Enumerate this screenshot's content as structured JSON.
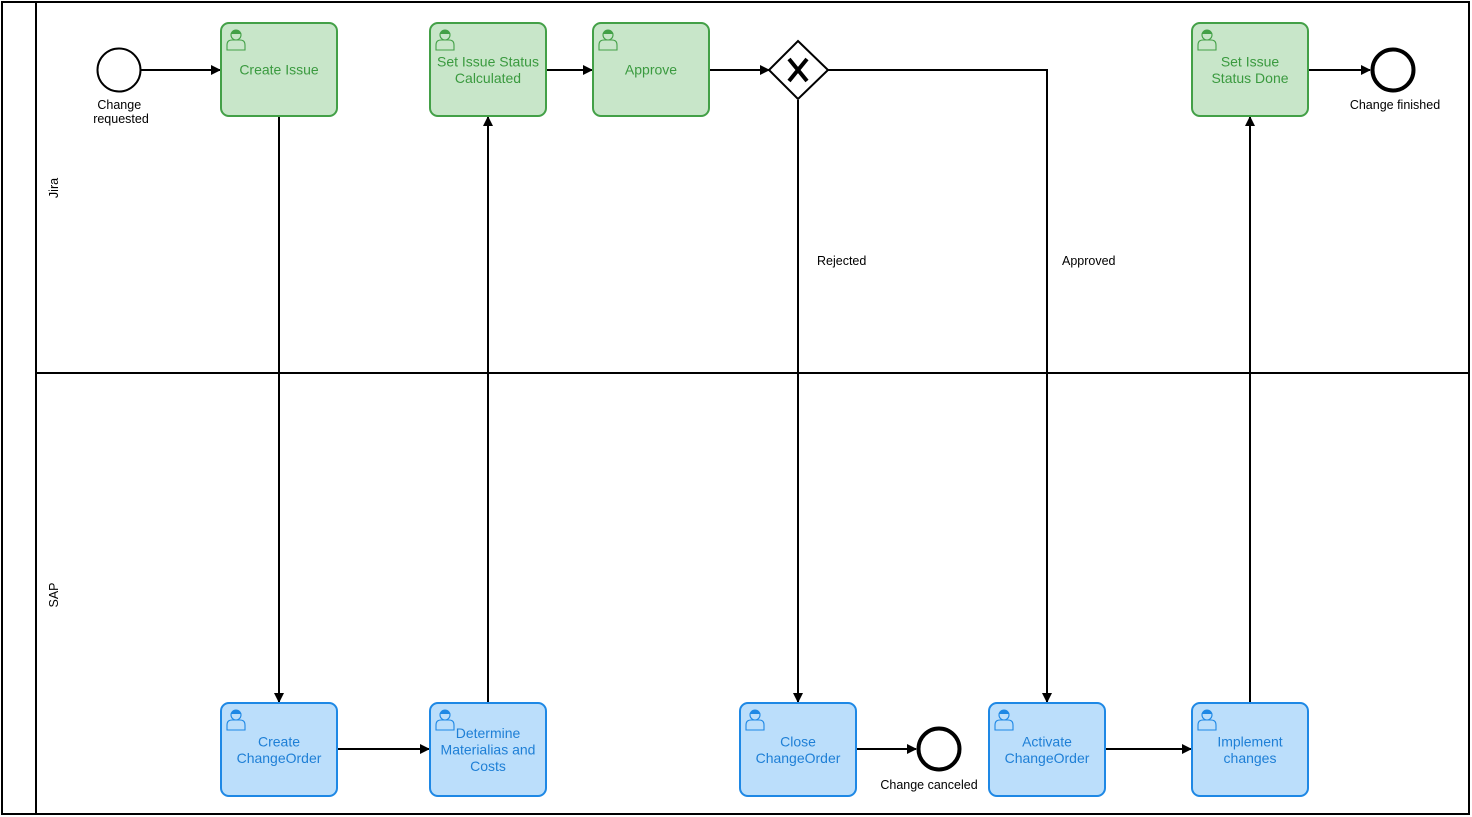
{
  "pool": {
    "lanes": [
      {
        "id": "jira",
        "label": "Jira"
      },
      {
        "id": "sap",
        "label": "SAP"
      }
    ]
  },
  "colors": {
    "jira_fill": "#c8e6c9",
    "jira_stroke": "#43a047",
    "jira_text": "#3a9a3f",
    "sap_fill": "#bbdefb",
    "sap_stroke": "#1e88e5",
    "sap_text": "#1e7fd6",
    "line": "#000000"
  },
  "tasks": {
    "create_issue": {
      "lines": [
        "Create Issue"
      ],
      "lane": "jira",
      "icon": "user-icon"
    },
    "set_issue_status_calculated": {
      "lines": [
        "Set Issue Status",
        "Calculated"
      ],
      "lane": "jira",
      "icon": "user-icon"
    },
    "approve": {
      "lines": [
        "Approve"
      ],
      "lane": "jira",
      "icon": "user-icon"
    },
    "set_issue_status_done": {
      "lines": [
        "Set Issue",
        "Status Done"
      ],
      "lane": "jira",
      "icon": "user-icon"
    },
    "create_changeorder": {
      "lines": [
        "Create",
        "ChangeOrder"
      ],
      "lane": "sap",
      "icon": "user-icon"
    },
    "determine_materials": {
      "lines": [
        "Determine",
        "Materialias and",
        "Costs"
      ],
      "lane": "sap",
      "icon": "user-icon"
    },
    "close_changeorder": {
      "lines": [
        "Close",
        "ChangeOrder"
      ],
      "lane": "sap",
      "icon": "user-icon"
    },
    "activate_changeorder": {
      "lines": [
        "Activate",
        "ChangeOrder"
      ],
      "lane": "sap",
      "icon": "user-icon"
    },
    "implement_changes": {
      "lines": [
        "Implement",
        "changes"
      ],
      "lane": "sap",
      "icon": "user-icon"
    }
  },
  "events": {
    "start": {
      "type": "start",
      "lines": [
        "Change",
        "requested"
      ]
    },
    "end_finished": {
      "type": "end",
      "lines": [
        "Change finished"
      ]
    },
    "end_canceled": {
      "type": "end",
      "lines": [
        "Change canceled"
      ]
    }
  },
  "gateway": {
    "type": "exclusive",
    "symbol": "X"
  },
  "flows": [
    {
      "id": "start-to-create-issue",
      "label": ""
    },
    {
      "id": "create-issue-to-create-changeorder",
      "label": ""
    },
    {
      "id": "create-changeorder-to-determine",
      "label": ""
    },
    {
      "id": "determine-to-set-status-calculated",
      "label": ""
    },
    {
      "id": "set-status-calculated-to-approve",
      "label": ""
    },
    {
      "id": "approve-to-gateway",
      "label": ""
    },
    {
      "id": "gateway-to-close-changeorder",
      "label": "Rejected"
    },
    {
      "id": "gateway-to-activate-changeorder",
      "label": "Approved"
    },
    {
      "id": "close-changeorder-to-end-canceled",
      "label": ""
    },
    {
      "id": "activate-to-implement",
      "label": ""
    },
    {
      "id": "implement-to-set-status-done",
      "label": ""
    },
    {
      "id": "set-status-done-to-end-finished",
      "label": ""
    }
  ]
}
